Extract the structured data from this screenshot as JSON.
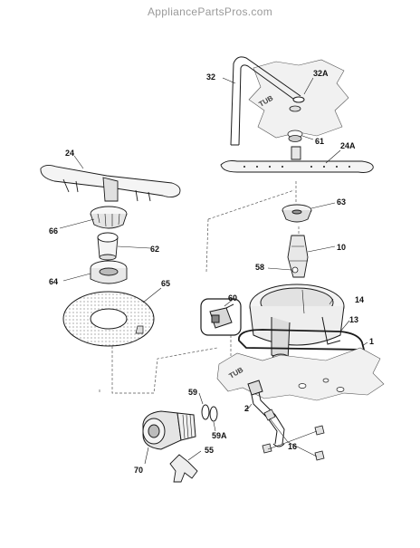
{
  "watermark": "AppliancePartsPros.com",
  "tub_labels": [
    "TUB",
    "TUB"
  ],
  "callouts": [
    "32",
    "32A",
    "61",
    "24A",
    "24",
    "63",
    "66",
    "62",
    "10",
    "58",
    "64",
    "65",
    "60",
    "14",
    "13",
    "1",
    "59",
    "59A",
    "2",
    "16",
    "70",
    "55"
  ],
  "colors": {
    "line": "#1a1a1a",
    "dash": "#555555",
    "tub_fill": "#f1f1f1"
  }
}
